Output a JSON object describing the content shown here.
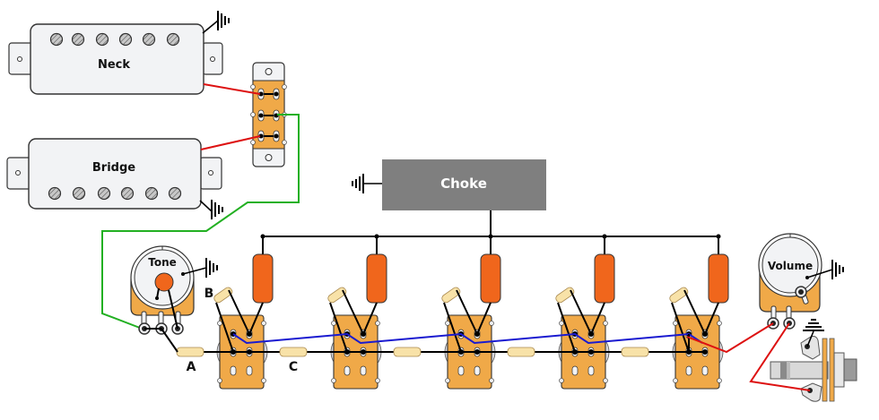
{
  "diagram": {
    "title": "Guitar wiring diagram with choke and rotary switches",
    "pickups": [
      {
        "id": "neck",
        "label": "Neck"
      },
      {
        "id": "bridge",
        "label": "Bridge"
      }
    ],
    "choke": {
      "label": "Choke"
    },
    "pots": [
      {
        "id": "tone",
        "label": "Tone"
      },
      {
        "id": "volume",
        "label": "Volume"
      }
    ],
    "component_labels": {
      "A": "A",
      "B": "B",
      "C": "C"
    },
    "switch_count": 5,
    "colors": {
      "hot_wire": "#dd1111",
      "green_wire": "#22b022",
      "blue_wire": "#1a1ad0",
      "black_wire": "#000000",
      "switch_body": "#f0a948",
      "capacitor": "#f0661c",
      "resistor": "#f8e2a8",
      "choke_box": "#7f7f7f",
      "pickup_cover": "#f2f3f5"
    }
  }
}
